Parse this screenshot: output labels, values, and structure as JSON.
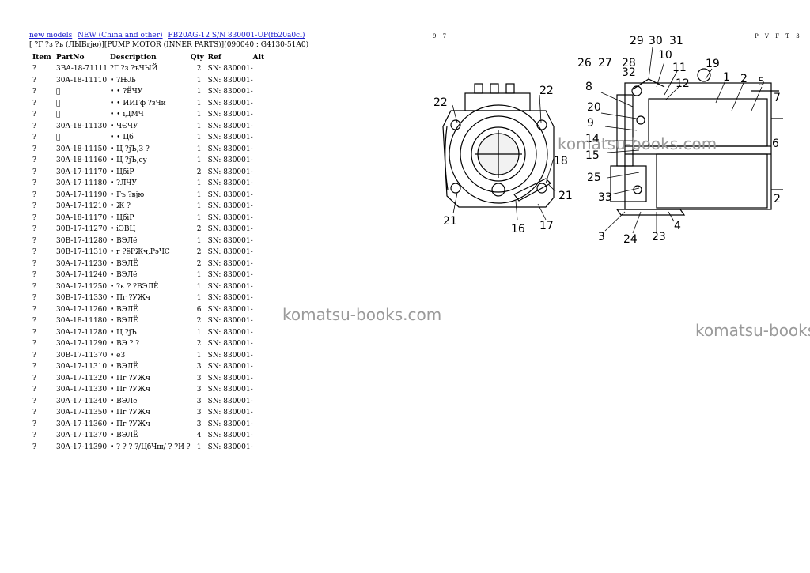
{
  "breadcrumb": {
    "links": [
      "new models",
      "NEW (China and other)",
      "FB20AG-12 S/N 830001-UP(fb20a0cl)"
    ]
  },
  "subtitle": "[ ?Г ?з ?ъ (ЛЫБгјю)][PUMP MOTOR (INNER PARTS)](090040 : G4130-51A0)",
  "page_number": "9 7",
  "page_code": "P V F T 3",
  "table": {
    "headers": [
      "Item",
      "PartNo",
      "Description",
      "Qty",
      "Ref",
      "Alt"
    ],
    "rows": [
      {
        "item": "?",
        "part": "3BA-18-71111",
        "desc": "?Г ?з ?ъЧЫЙ",
        "qty": "2",
        "ref": "SN: 830001-"
      },
      {
        "item": "?",
        "part": "30A-18-11110",
        "desc": "• ?ЊЉ",
        "qty": "1",
        "ref": "SN: 830001-"
      },
      {
        "item": "?",
        "part": "",
        "desc": "• • ?ЁЧУ",
        "qty": "1",
        "ref": "SN: 830001-"
      },
      {
        "item": "?",
        "part": "",
        "desc": "• • ИИГф ?зЧи",
        "qty": "1",
        "ref": "SN: 830001-"
      },
      {
        "item": "?",
        "part": "",
        "desc": "• • iДМЧ",
        "qty": "1",
        "ref": "SN: 830001-"
      },
      {
        "item": "?",
        "part": "30A-18-11130",
        "desc": "• ЧЄЧУ",
        "qty": "1",
        "ref": "SN: 830001-"
      },
      {
        "item": "?",
        "part": "",
        "desc": "• • Цб",
        "qty": "1",
        "ref": "SN: 830001-"
      },
      {
        "item": "?",
        "part": "30A-18-11150",
        "desc": "• Ц ?јЪ,З ?",
        "qty": "1",
        "ref": "SN: 830001-"
      },
      {
        "item": "?",
        "part": "30A-18-11160",
        "desc": "• Ц ?јЪ,єу",
        "qty": "1",
        "ref": "SN: 830001-"
      },
      {
        "item": "?",
        "part": "30A-17-11170",
        "desc": "• ЦбіР",
        "qty": "2",
        "ref": "SN: 830001-"
      },
      {
        "item": "?",
        "part": "30A-17-11180",
        "desc": "• ?ЛЧУ",
        "qty": "1",
        "ref": "SN: 830001-"
      },
      {
        "item": "?",
        "part": "30A-17-11190",
        "desc": "• Гъ ?вјю",
        "qty": "1",
        "ref": "SN: 830001-"
      },
      {
        "item": "?",
        "part": "30A-17-11210",
        "desc": "• Ж ?",
        "qty": "1",
        "ref": "SN: 830001-"
      },
      {
        "item": "?",
        "part": "30A-18-11170",
        "desc": "• ЦбіР",
        "qty": "1",
        "ref": "SN: 830001-"
      },
      {
        "item": "?",
        "part": "30B-17-11270",
        "desc": "• іЭВЦ",
        "qty": "2",
        "ref": "SN: 830001-"
      },
      {
        "item": "?",
        "part": "30B-17-11280",
        "desc": "• ВЭЛё",
        "qty": "1",
        "ref": "SN: 830001-"
      },
      {
        "item": "?",
        "part": "30B-17-11310",
        "desc": "• г ?ёРЖч,РэЧЄ",
        "qty": "2",
        "ref": "SN: 830001-"
      },
      {
        "item": "?",
        "part": "30A-17-11230",
        "desc": "• ВЭЛЁ",
        "qty": "2",
        "ref": "SN: 830001-"
      },
      {
        "item": "?",
        "part": "30A-17-11240",
        "desc": "• ВЭЛё",
        "qty": "1",
        "ref": "SN: 830001-"
      },
      {
        "item": "?",
        "part": "30A-17-11250",
        "desc": "• ?к ? ?ВЭЛЁ",
        "qty": "1",
        "ref": "SN: 830001-"
      },
      {
        "item": "?",
        "part": "30B-17-11330",
        "desc": "• Пг ?УЖч",
        "qty": "1",
        "ref": "SN: 830001-"
      },
      {
        "item": "?",
        "part": "30A-17-11260",
        "desc": "• ВЭЛЁ",
        "qty": "6",
        "ref": "SN: 830001-"
      },
      {
        "item": "?",
        "part": "30A-18-11180",
        "desc": "• ВЭЛЁ",
        "qty": "2",
        "ref": "SN: 830001-"
      },
      {
        "item": "?",
        "part": "30A-17-11280",
        "desc": "• Ц ?јЪ",
        "qty": "1",
        "ref": "SN: 830001-"
      },
      {
        "item": "?",
        "part": "30A-17-11290",
        "desc": "• ВЭ ? ?",
        "qty": "2",
        "ref": "SN: 830001-"
      },
      {
        "item": "?",
        "part": "30B-17-11370",
        "desc": "• ёЗ",
        "qty": "1",
        "ref": "SN: 830001-"
      },
      {
        "item": "?",
        "part": "30A-17-11310",
        "desc": "• ВЭЛЁ",
        "qty": "3",
        "ref": "SN: 830001-"
      },
      {
        "item": "?",
        "part": "30A-17-11320",
        "desc": "• Пг ?УЖч",
        "qty": "3",
        "ref": "SN: 830001-"
      },
      {
        "item": "?",
        "part": "30A-17-11330",
        "desc": "• Пг ?УЖч",
        "qty": "3",
        "ref": "SN: 830001-"
      },
      {
        "item": "?",
        "part": "30A-17-11340",
        "desc": "• ВЭЛё",
        "qty": "3",
        "ref": "SN: 830001-"
      },
      {
        "item": "?",
        "part": "30A-17-11350",
        "desc": "• Пг ?УЖч",
        "qty": "3",
        "ref": "SN: 830001-"
      },
      {
        "item": "?",
        "part": "30A-17-11360",
        "desc": "• Пг ?УЖч",
        "qty": "3",
        "ref": "SN: 830001-"
      },
      {
        "item": "?",
        "part": "30A-17-11370",
        "desc": "• ВЭЛЁ",
        "qty": "4",
        "ref": "SN: 830001-"
      },
      {
        "item": "?",
        "part": "30A-17-11390",
        "desc": "• ? ? ? ?/ЦбЧш/ ? ?И ?",
        "qty": "1",
        "ref": "SN: 830001-"
      }
    ]
  },
  "diagram": {
    "callouts": [
      "29",
      "30",
      "31",
      "10",
      "11",
      "19",
      "1",
      "2",
      "5",
      "7",
      "26",
      "27",
      "28",
      "32",
      "8",
      "12",
      "20",
      "22",
      "22",
      "9",
      "14",
      "15",
      "25",
      "33",
      "18",
      "21",
      "21",
      "16",
      "17",
      "3",
      "24",
      "23",
      "4",
      "6",
      "2"
    ]
  },
  "watermarks": [
    "komatsu-books.com",
    "komatsu-books.com",
    "komatsu-books.com"
  ]
}
